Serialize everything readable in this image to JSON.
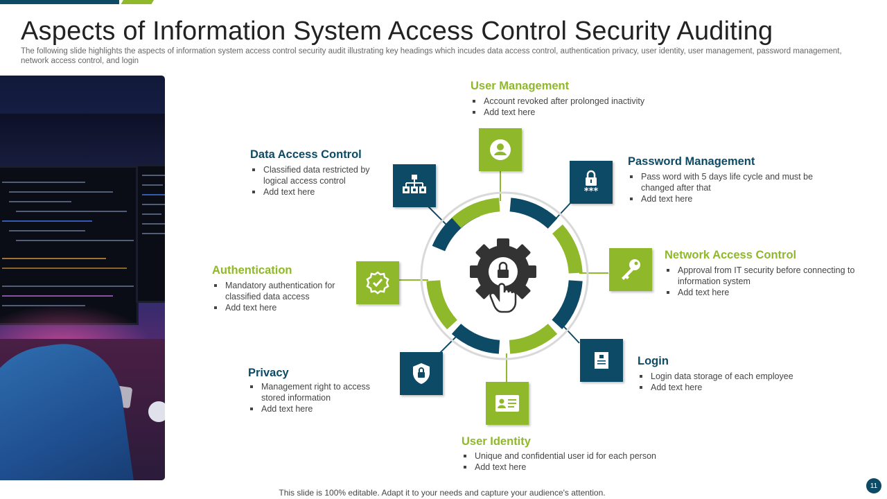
{
  "slide": {
    "title": "Aspects of Information System Access Control Security Auditing",
    "subtitle": "The following slide highlights the aspects of information system access control security audit illustrating key headings which incudes data access control, authentication privacy, user identity, user management, password management, network access control, and login",
    "footer": "This slide is 100% editable. Adapt it to your needs and capture your audience's attention.",
    "page_number": "11"
  },
  "colors": {
    "navy": "#0d4a66",
    "green": "#8fb82a",
    "ring": "#d9d9d9"
  },
  "center": {
    "icon": "gear-lock-hand-icon"
  },
  "aspects": [
    {
      "title": "User Management",
      "icon": "user-icon",
      "color": "green",
      "bullets": [
        "Account revoked  after prolonged  inactivity",
        "Add text here"
      ]
    },
    {
      "title": "Password Management",
      "icon": "password-lock-icon",
      "color": "navy",
      "bullets": [
        "Pass word  with 5 days life cycle and must be changed after that",
        "Add text here"
      ]
    },
    {
      "title": "Network Access Control",
      "icon": "key-icon",
      "color": "green",
      "bullets": [
        "Approval   from IT security before connecting to information system",
        "Add text here"
      ]
    },
    {
      "title": "Login",
      "icon": "login-document-icon",
      "color": "navy",
      "bullets": [
        "Login data storage of each employee",
        "Add text here"
      ]
    },
    {
      "title": "User Identity",
      "icon": "id-card-icon",
      "color": "green",
      "bullets": [
        "Unique  and confidential  user id for each person",
        "Add text here"
      ]
    },
    {
      "title": "Privacy",
      "icon": "shield-lock-icon",
      "color": "navy",
      "bullets": [
        "Management  right to access stored information",
        "Add text here"
      ]
    },
    {
      "title": "Authentication",
      "icon": "verified-badge-icon",
      "color": "green",
      "bullets": [
        "Mandatory authentication for classified data access",
        "Add text here"
      ]
    },
    {
      "title": "Data Access Control",
      "icon": "hierarchy-icon",
      "color": "navy",
      "bullets": [
        "Classified data restricted by logical access control",
        "Add text here"
      ]
    }
  ]
}
